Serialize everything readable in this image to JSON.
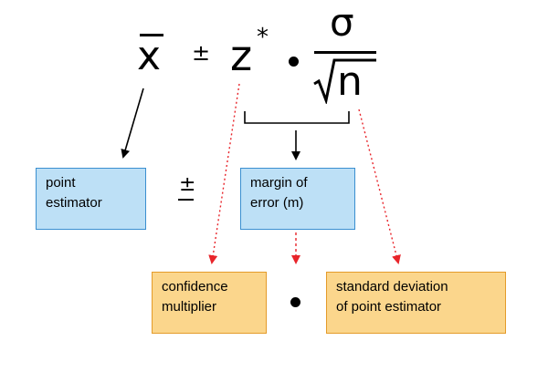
{
  "formula": {
    "mean": "x",
    "plus_minus": "±",
    "critical_value": "z",
    "star": "*",
    "numerator": "σ",
    "denominator": "n"
  },
  "boxes": {
    "point_estimator": "point\nestimator",
    "margin_of_error": "margin of\nerror (m)",
    "confidence_multiplier": "confidence\nmultiplier",
    "std_dev": "standard deviation\nof point estimator"
  },
  "colors": {
    "blue_fill": "#bde0f6",
    "blue_border": "#3a8fd0",
    "orange_fill": "#fbd68c",
    "orange_border": "#e49b2a",
    "arrow_red": "#e8252b"
  },
  "plus_minus_mid": "±"
}
